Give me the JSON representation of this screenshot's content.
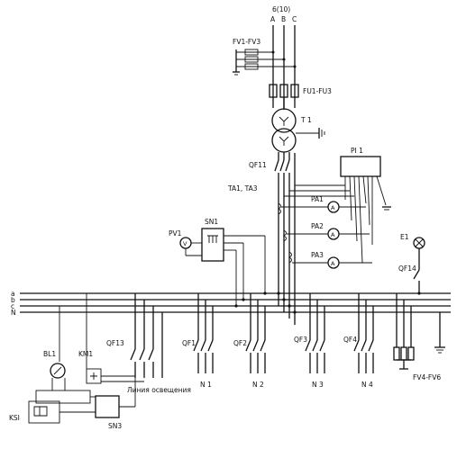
{
  "labels": {
    "voltage": "6(10)",
    "phase_a": "A",
    "phase_b": "B",
    "phase_c": "C",
    "surge_top": "FV1-FV3",
    "fuses": "FU1-FU3",
    "transformer": "T 1",
    "meter": "PI 1",
    "breaker_main": "QF11",
    "current_tr": "TA1, TA3",
    "ammeter1": "PA1",
    "ammeter2": "PA2",
    "ammeter3": "PA3",
    "voltmeter": "PV1",
    "switch": "SN1",
    "lamp": "E1",
    "breaker_lamp": "QF14",
    "bus_a": "a",
    "bus_b": "b",
    "bus_c": "c",
    "bus_n": "N",
    "qf13": "QF13",
    "qf1": "QF1",
    "qf2": "QF2",
    "qf3": "QF3",
    "qf4": "QF4",
    "n1": "N 1",
    "n2": "N 2",
    "n3": "N 3",
    "n4": "N 4",
    "surge_bottom": "FV4-FV6",
    "bl1": "BL1",
    "km1": "KM1",
    "ksi": "KSI",
    "sn3": "SN3",
    "lighting_line": "Линия освещения"
  }
}
